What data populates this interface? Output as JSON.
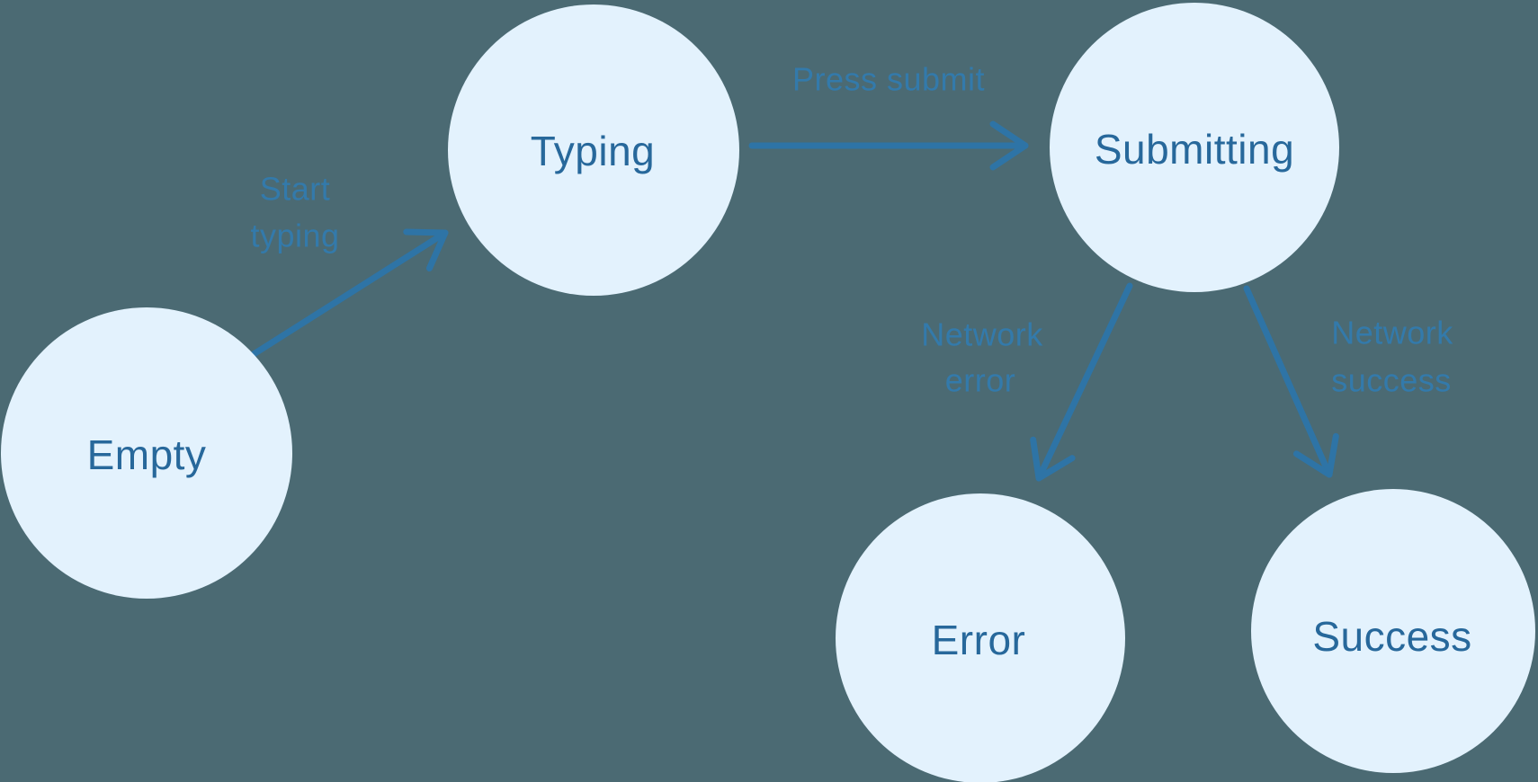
{
  "diagram": {
    "kind": "form-submission-state-machine",
    "colors": {
      "background": "#4B6A73",
      "state_fill": "#E3F2FD",
      "state_text": "#27689B",
      "arrow": "#2E74A6",
      "edge_label_text": "#337AAB"
    },
    "states": [
      {
        "id": "empty",
        "label": "Empty"
      },
      {
        "id": "typing",
        "label": "Typing"
      },
      {
        "id": "submitting",
        "label": "Submitting"
      },
      {
        "id": "error",
        "label": "Error"
      },
      {
        "id": "success",
        "label": "Success"
      }
    ],
    "transitions": [
      {
        "from": "Empty",
        "to": "Typing",
        "label": "Start typing",
        "label_lines": [
          "Start",
          "typing"
        ]
      },
      {
        "from": "Typing",
        "to": "Submitting",
        "label": "Press submit",
        "label_lines": [
          "Press submit"
        ]
      },
      {
        "from": "Submitting",
        "to": "Error",
        "label": "Network error",
        "label_lines": [
          "Network",
          "error"
        ]
      },
      {
        "from": "Submitting",
        "to": "Success",
        "label": "Network success",
        "label_lines": [
          "Network",
          "success"
        ]
      }
    ]
  }
}
